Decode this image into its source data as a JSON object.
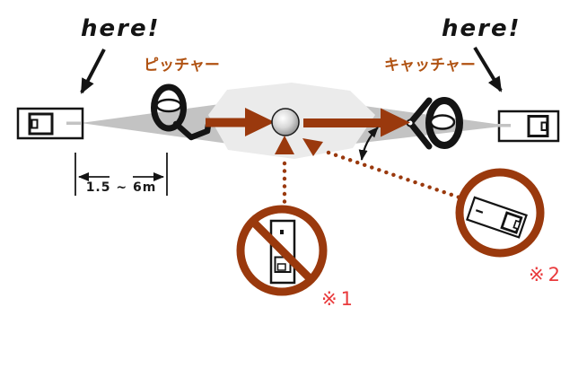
{
  "diagram": {
    "here_left": "here!",
    "here_right": "here!",
    "pitcher": "ピッチャー",
    "catcher": "キャッチャー",
    "distance_range": "1.5 ~ 6m",
    "note1": "※1",
    "note2": "※2"
  },
  "colors": {
    "accent_rust": "#9a390d",
    "label_orange": "#b05212",
    "note_red": "#e93a3c",
    "beam_gray": "#c3c3c3",
    "zone_gray": "#ebebeb",
    "ink_black": "#1a1a1a"
  },
  "icons": {
    "left_device": "speed-gun-left-icon",
    "right_device": "speed-gun-right-icon",
    "pitcher_figure": "pitcher-figure-icon",
    "catcher_figure": "catcher-figure-icon",
    "ball": "ball-icon",
    "note1_sign": "prohibition-circle-icon",
    "note2_sign": "angled-gun-circle-icon"
  }
}
